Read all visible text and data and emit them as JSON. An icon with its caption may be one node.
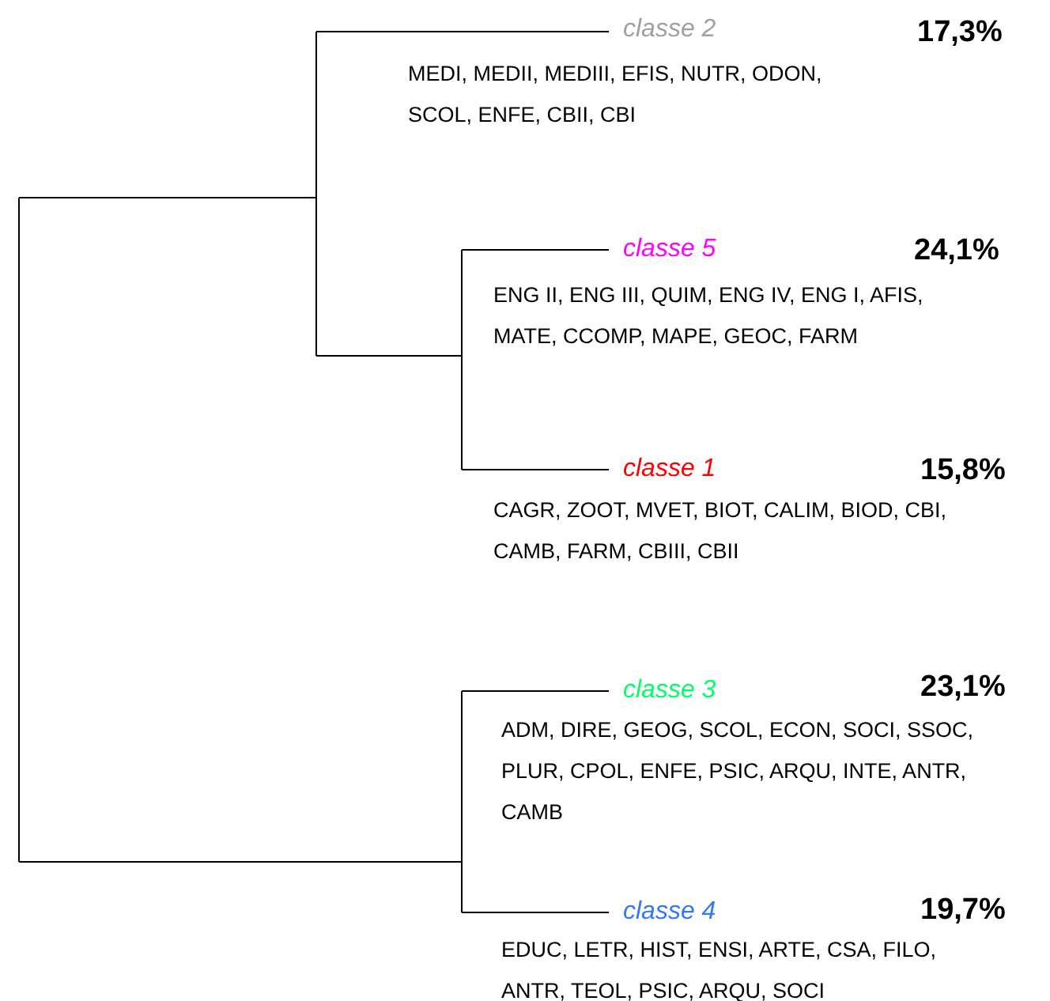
{
  "diagram": {
    "nodes": [
      {
        "text": [
          "classe 2"
        ],
        "beside": [
          "17,3%",
          "MEDI, MEDII, MEDIII, EFIS, NUTR, ODON, SCOL, ENFE, CBII, CBI"
        ]
      },
      {
        "text": [
          "classe 5"
        ],
        "beside": [
          "24,1%",
          "ENG II, ENG III, QUIM, ENG IV, ENG I, AFIS, MATE, CCOMP, MAPE, GEOC, FARM"
        ]
      },
      {
        "text": [
          "classe 1"
        ],
        "beside": [
          "15,8%",
          "CAGR, ZOOT, MVET, BIOT, CALIM, BIOD, CBI, CAMB, FARM, CBIII, CBII"
        ]
      },
      {
        "text": [
          "classe 3"
        ],
        "beside": [
          "23,1%",
          "ADM, DIRE, GEOG, SCOL, ECON, SOCI, SSOC, PLUR, CPOL, ENFE, PSIC, ARQU, INTE, ANTR, CAMB"
        ]
      },
      {
        "text": [
          "classe 4"
        ],
        "beside": [
          "19,7%",
          "EDUC, LETR, HIST, ENSI, ARTE, CSA, FILO, ANTR, TEOL, PSIC, ARQU, SOCI"
        ]
      }
    ]
  }
}
